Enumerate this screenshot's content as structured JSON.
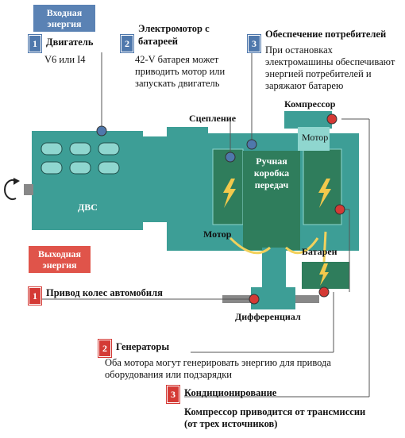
{
  "input_energy": {
    "tag": "Входная энергия"
  },
  "output_energy": {
    "tag": "Выходная энергия"
  },
  "callouts": {
    "engine": {
      "num": "1",
      "title": "Двигатель",
      "text": "V6 или I4"
    },
    "motor_battery": {
      "num": "2",
      "title": "Электромотор с батареей",
      "text": "42-V батарея может приводить мотор или запускать двигатель"
    },
    "consumers": {
      "num": "3",
      "title": "Обеспечение потребителей",
      "text": "При остановках электромашины обеспечивают энергией потребителей и заряжают батарею"
    },
    "wheels": {
      "num": "1",
      "title": "Привод колес автомобиля"
    },
    "generators": {
      "num": "2",
      "title": "Генераторы",
      "text": "Оба мотора могут генерировать энергию для привода оборудования или подзарядки"
    },
    "ac": {
      "num": "3",
      "title": "Кондиционирование",
      "text": "Компрессор приводится от трансмиссии (от трех источников)"
    }
  },
  "diagram": {
    "ice": "ДВС",
    "clutch": "Сцепление",
    "gearbox": "Ручная коробка передач",
    "motor_left": "Мотор",
    "motor_right": "Мотор",
    "compressor": "Компрессор",
    "battery": "Батареи",
    "differential": "Дифференциал"
  },
  "colors": {
    "machine": "#3d9e96",
    "machine_light": "#8fd6cf",
    "gear_green": "#2f7d5c",
    "blue_accent": "#5a82b4",
    "red_accent": "#d43a35",
    "belt": "#f2d15c"
  }
}
